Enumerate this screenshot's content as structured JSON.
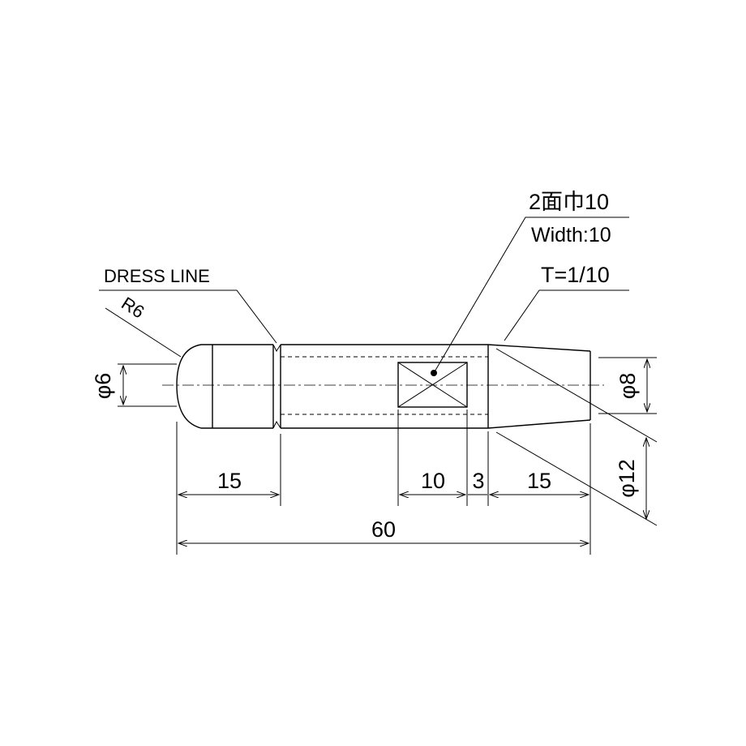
{
  "annotations": {
    "width_jp": "2面巾10",
    "width_en": "Width:10",
    "taper": "T=1/10",
    "dress_line": "DRESS LINE",
    "radius": "R6"
  },
  "dimensions": {
    "dia_tip": "φ6",
    "dia_end": "φ8",
    "dia_body": "φ12",
    "len_tip": "15",
    "len_flat": "10",
    "len_gap": "3",
    "len_taper": "15",
    "len_total": "60"
  }
}
